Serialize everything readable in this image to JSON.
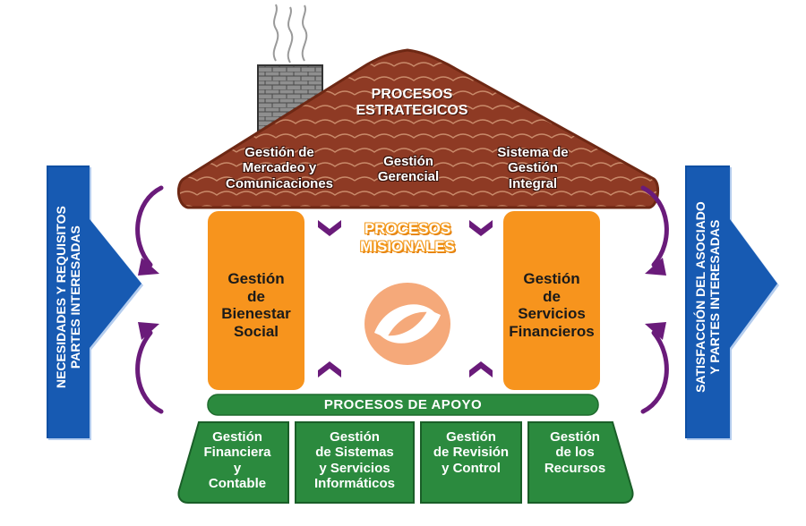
{
  "colors": {
    "roof": "#8e3a24",
    "roof_dark": "#6e2814",
    "pillar_orange": "#f7941d",
    "green": "#2b8a3e",
    "blue": "#0d4fa3",
    "purple": "#6a1b7a",
    "chimney": "#8a8a8a"
  },
  "roof": {
    "title": "PROCESOS\nESTRATEGICOS",
    "items": [
      "Gestión de\nMercadeo y\nComunicaciones",
      "Gestión\nGerencial",
      "Sistema de\nGestión\nIntegral"
    ]
  },
  "misionales": {
    "title": "PROCESOS\nMISIONALES",
    "left_pillar": "Gestión\nde\nBienestar\nSocial",
    "right_pillar": "Gestión\nde\nServicios\nFinancieros",
    "logo_icon": "cooperative-logo-icon"
  },
  "apoyo": {
    "title": "PROCESOS DE APOYO",
    "items": [
      "Gestión\nFinanciera\ny\nContable",
      "Gestión\nde Sistemas\ny Servicios\nInformáticos",
      "Gestión\nde Revisión\ny Control",
      "Gestión\nde los\nRecursos"
    ]
  },
  "left_arrow": "NECESIDADES Y REQUISITOS\nPARTES  INTERESADAS",
  "right_arrow": "SATISFACCIÓN DEL ASOCIADO\nY PARTES INTERESADAS"
}
